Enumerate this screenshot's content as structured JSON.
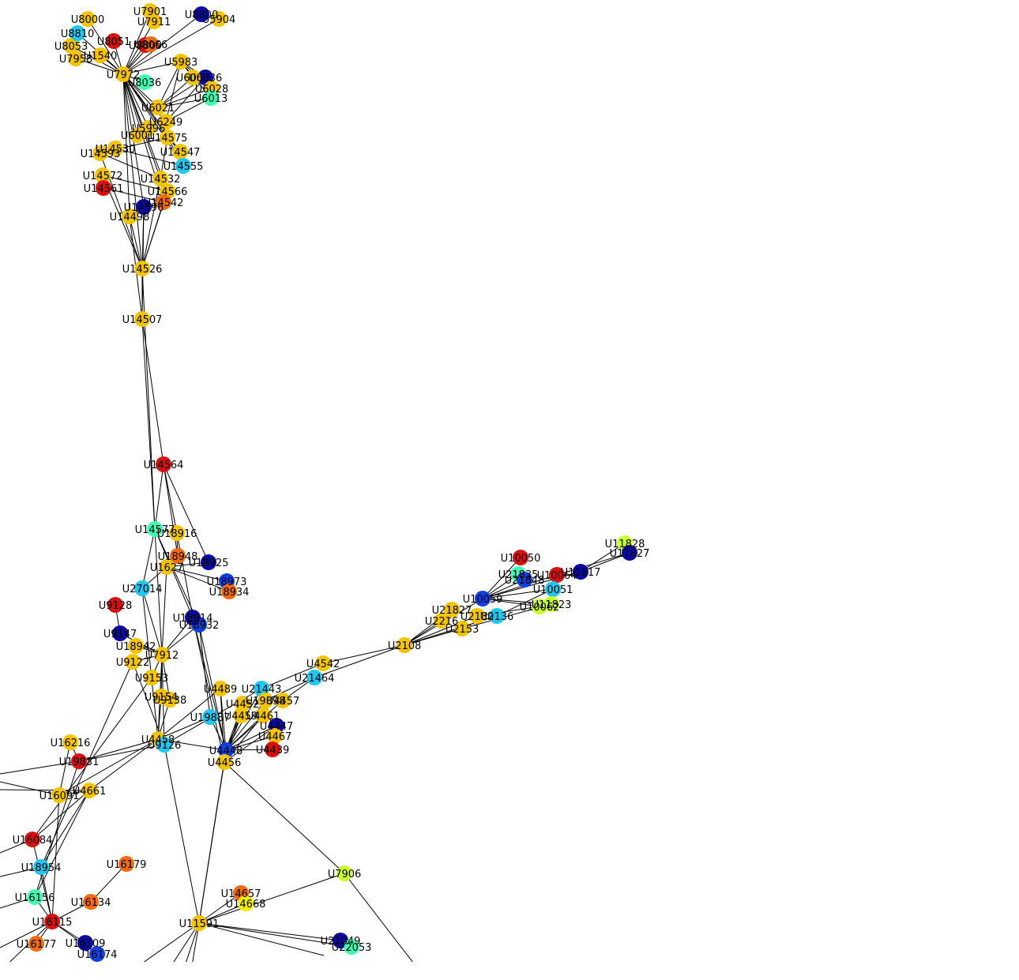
{
  "graph": {
    "nodes": [
      {
        "id": "U8036",
        "label": "U8036",
        "color": "#40ffb0"
      },
      {
        "id": "U7972",
        "label": "U7972",
        "color": "#f5c400"
      },
      {
        "id": "U5983",
        "label": "U5983",
        "color": "#f5c400"
      },
      {
        "id": "U5904",
        "label": "U5904",
        "color": "#f5c400"
      },
      {
        "id": "U8800",
        "label": "U8800",
        "color": "#0a0aa0"
      },
      {
        "id": "U6036",
        "label": "U6036",
        "color": "#0a0aa0"
      },
      {
        "id": "U6028",
        "label": "U6028",
        "color": "#f5c400"
      },
      {
        "id": "U6013",
        "label": "U6013",
        "color": "#40ffb0"
      },
      {
        "id": "U6003",
        "label": "U6003",
        "color": "#f5c400"
      },
      {
        "id": "U6021",
        "label": "U6021",
        "color": "#f5c400"
      },
      {
        "id": "U6249",
        "label": "U6249",
        "color": "#f5c400"
      },
      {
        "id": "U5996",
        "label": "U5996",
        "color": "#f5c400"
      },
      {
        "id": "U6001",
        "label": "U6001",
        "color": "#f5c400"
      },
      {
        "id": "U14575",
        "label": "U14575",
        "color": "#f5c400"
      },
      {
        "id": "U14547",
        "label": "U14547",
        "color": "#f5c400"
      },
      {
        "id": "U14555",
        "label": "U14555",
        "color": "#1ec8f0"
      },
      {
        "id": "U14532",
        "label": "U14532",
        "color": "#f5c400"
      },
      {
        "id": "U14566",
        "label": "U14566",
        "color": "#f5c400"
      },
      {
        "id": "U14542",
        "label": "U14542",
        "color": "#f06a10"
      },
      {
        "id": "U14596",
        "label": "U14596",
        "color": "#0a0aa0"
      },
      {
        "id": "U14498",
        "label": "U14498",
        "color": "#f5c400"
      },
      {
        "id": "U14526",
        "label": "U14526",
        "color": "#f5c400"
      },
      {
        "id": "U14507",
        "label": "U14507",
        "color": "#f5c400"
      },
      {
        "id": "U14564",
        "label": "U14564",
        "color": "#d81010"
      },
      {
        "id": "U14577",
        "label": "U14577",
        "color": "#40ffb0"
      },
      {
        "id": "U18916",
        "label": "U18916",
        "color": "#f5c400"
      },
      {
        "id": "U18948",
        "label": "U18948",
        "color": "#f06a10"
      },
      {
        "id": "U18925",
        "label": "U18925",
        "color": "#0a0aa0"
      },
      {
        "id": "U18973",
        "label": "U18973",
        "color": "#1040e0"
      },
      {
        "id": "U18934",
        "label": "U18934",
        "color": "#f06a10"
      },
      {
        "id": "U27014",
        "label": "U27014",
        "color": "#1ec8f0"
      },
      {
        "id": "U9128",
        "label": "U9128",
        "color": "#d81010"
      },
      {
        "id": "U9147",
        "label": "U9147",
        "color": "#0a0aa0"
      },
      {
        "id": "U18942",
        "label": "U18942",
        "color": "#f5c400"
      },
      {
        "id": "U7912",
        "label": "U7912",
        "color": "#f5c400"
      },
      {
        "id": "U9122",
        "label": "U9122",
        "color": "#f5c400"
      },
      {
        "id": "U9153",
        "label": "U9153",
        "color": "#f5c400"
      },
      {
        "id": "U9154",
        "label": "U9154",
        "color": "#f5c400"
      },
      {
        "id": "U9138",
        "label": "U9138",
        "color": "#f5c400"
      },
      {
        "id": "U18932",
        "label": "U18932",
        "color": "#1040e0"
      },
      {
        "id": "U18914",
        "label": "U18914",
        "color": "#0a0aa0"
      },
      {
        "id": "U4458",
        "label": "U4458",
        "color": "#f5c400"
      },
      {
        "id": "U9126",
        "label": "U9126",
        "color": "#1ec8f0"
      },
      {
        "id": "U16216",
        "label": "U16216",
        "color": "#f5c400"
      },
      {
        "id": "U19831",
        "label": "U19831",
        "color": "#d81010"
      },
      {
        "id": "U16091",
        "label": "U16091",
        "color": "#f5c400"
      },
      {
        "id": "U4661",
        "label": "U4661",
        "color": "#f5c400"
      },
      {
        "id": "U4489",
        "label": "U4489",
        "color": "#f5c400"
      },
      {
        "id": "U21443",
        "label": "U21443",
        "color": "#1ec8f0"
      },
      {
        "id": "U4457",
        "label": "U4457",
        "color": "#f5c400"
      },
      {
        "id": "U19898",
        "label": "U19898",
        "color": "#f5c400"
      },
      {
        "id": "U4452",
        "label": "U4452",
        "color": "#f5c400"
      },
      {
        "id": "U4459",
        "label": "U4459",
        "color": "#f5c400"
      },
      {
        "id": "U4461",
        "label": "U4461",
        "color": "#f5c400"
      },
      {
        "id": "U19887",
        "label": "U19887",
        "color": "#1ec8f0"
      },
      {
        "id": "U4447",
        "label": "U4447",
        "color": "#0a0aa0"
      },
      {
        "id": "U4467",
        "label": "U4467",
        "color": "#f5c400"
      },
      {
        "id": "U4448",
        "label": "U4448",
        "color": "#1040e0"
      },
      {
        "id": "U4439",
        "label": "U4439",
        "color": "#d81010"
      },
      {
        "id": "U4456",
        "label": "U4456",
        "color": "#f5c400"
      },
      {
        "id": "U4542",
        "label": "U4542",
        "color": "#f5c400"
      },
      {
        "id": "U21464",
        "label": "U21464",
        "color": "#1ec8f0"
      },
      {
        "id": "U2108",
        "label": "U2108",
        "color": "#f5c400"
      },
      {
        "id": "U2153",
        "label": "U2153",
        "color": "#f5c400"
      },
      {
        "id": "U21827",
        "label": "U21827",
        "color": "#f5c400"
      },
      {
        "id": "U2216",
        "label": "U2216",
        "color": "#f5c400"
      },
      {
        "id": "U2180",
        "label": "U2180",
        "color": "#f5c400"
      },
      {
        "id": "U2136",
        "label": "U2136",
        "color": "#1ec8f0"
      },
      {
        "id": "U10050",
        "label": "U10050",
        "color": "#d81010"
      },
      {
        "id": "U21835",
        "label": "U21835",
        "color": "#40ffb0"
      },
      {
        "id": "U21848",
        "label": "U21848",
        "color": "#1040e0"
      },
      {
        "id": "U10064",
        "label": "U10064",
        "color": "#d81010"
      },
      {
        "id": "U11817",
        "label": "U11817",
        "color": "#0a0aa0"
      },
      {
        "id": "U11828",
        "label": "U11828",
        "color": "#c8ff30"
      },
      {
        "id": "U11827",
        "label": "U11827",
        "color": "#0a0aa0"
      },
      {
        "id": "U10059",
        "label": "U10059",
        "color": "#1040e0"
      },
      {
        "id": "U10051",
        "label": "U10051",
        "color": "#1ec8f0"
      },
      {
        "id": "U11823",
        "label": "U11823",
        "color": "#c8ff30"
      },
      {
        "id": "U10062",
        "label": "U10062",
        "color": "#c8ff30"
      },
      {
        "id": "U7906",
        "label": "U7906",
        "color": "#c8ff30"
      },
      {
        "id": "U16179",
        "label": "U16179",
        "color": "#f06a10"
      },
      {
        "id": "U16134",
        "label": "U16134",
        "color": "#f06a10"
      },
      {
        "id": "U16115",
        "label": "U16115",
        "color": "#d81010"
      },
      {
        "id": "U16109",
        "label": "U16109",
        "color": "#0a0aa0"
      },
      {
        "id": "U16174",
        "label": "U16174",
        "color": "#1040e0"
      },
      {
        "id": "U16177",
        "label": "U16177",
        "color": "#f06a10"
      },
      {
        "id": "U14657",
        "label": "U14657",
        "color": "#f06a10"
      },
      {
        "id": "U14668",
        "label": "U14668",
        "color": "#f5f000"
      },
      {
        "id": "U11591",
        "label": "U11591",
        "color": "#f5c400"
      },
      {
        "id": "U22049",
        "label": "U22049",
        "color": "#0a0aa0"
      },
      {
        "id": "U22053",
        "label": "U22053",
        "color": "#40ffb0"
      },
      {
        "id": "U16156",
        "label": "U16156",
        "color": "#40ffb0"
      },
      {
        "id": "U18954",
        "label": "U18954",
        "color": "#1ec8f0"
      },
      {
        "id": "U16084",
        "label": "U16084",
        "color": "#d81010"
      },
      {
        "id": "U8800b",
        "label": "U8000",
        "color": "#f5c400"
      },
      {
        "id": "U14593",
        "label": "U14593",
        "color": "#f5c400"
      },
      {
        "id": "U14572",
        "label": "U14572",
        "color": "#f5c400"
      },
      {
        "id": "U14561",
        "label": "U14561",
        "color": "#d81010"
      },
      {
        "id": "U14530",
        "label": "U14530",
        "color": "#f5c400"
      },
      {
        "id": "U1627",
        "label": "U1627",
        "color": "#f5c400"
      },
      {
        "id": "U7911",
        "label": "U7911",
        "color": "#f5c400"
      },
      {
        "id": "U7901",
        "label": "U7901",
        "color": "#f5c400"
      },
      {
        "id": "U8809",
        "label": "U8809",
        "color": "#d81010"
      },
      {
        "id": "U8066",
        "label": "U8066",
        "color": "#f06a10"
      },
      {
        "id": "U7958",
        "label": "U7958",
        "color": "#f5c400"
      },
      {
        "id": "U8053",
        "label": "U8053",
        "color": "#f5c400"
      },
      {
        "id": "U8810",
        "label": "U8810",
        "color": "#1ec8f0"
      },
      {
        "id": "U8051",
        "label": "U8051",
        "color": "#d81010"
      },
      {
        "id": "U1540",
        "label": "U1540",
        "color": "#f5c400"
      }
    ],
    "edges": [
      [
        "U7972",
        "U8036"
      ],
      [
        "U7972",
        "U5983"
      ],
      [
        "U7972",
        "U6021"
      ],
      [
        "U7972",
        "U6249"
      ],
      [
        "U7972",
        "U5996"
      ],
      [
        "U7972",
        "U6001"
      ],
      [
        "U7972",
        "U14575"
      ],
      [
        "U7972",
        "U14547"
      ],
      [
        "U7972",
        "U14555"
      ],
      [
        "U7972",
        "U14532"
      ],
      [
        "U7972",
        "U14566"
      ],
      [
        "U7972",
        "U14542"
      ],
      [
        "U7972",
        "U14596"
      ],
      [
        "U7972",
        "U14498"
      ],
      [
        "U7972",
        "U14526"
      ],
      [
        "U7972",
        "U8800b"
      ],
      [
        "U7972",
        "U7911"
      ],
      [
        "U7972",
        "U7901"
      ],
      [
        "U7972",
        "U8809"
      ],
      [
        "U7972",
        "U8066"
      ],
      [
        "U7972",
        "U7958"
      ],
      [
        "U7972",
        "U8053"
      ],
      [
        "U7972",
        "U8810"
      ],
      [
        "U7972",
        "U8051"
      ],
      [
        "U7972",
        "U1540"
      ],
      [
        "U7972",
        "U5904"
      ],
      [
        "U7972",
        "U8800"
      ],
      [
        "U5983",
        "U6003"
      ],
      [
        "U5983",
        "U6036"
      ],
      [
        "U5983",
        "U6028"
      ],
      [
        "U5983",
        "U6013"
      ],
      [
        "U5983",
        "U6021"
      ],
      [
        "U5983",
        "U6249"
      ],
      [
        "U6021",
        "U6003"
      ],
      [
        "U6021",
        "U6036"
      ],
      [
        "U6021",
        "U6028"
      ],
      [
        "U6021",
        "U6013"
      ],
      [
        "U6249",
        "U6036"
      ],
      [
        "U6249",
        "U6013"
      ],
      [
        "U14575",
        "U14547"
      ],
      [
        "U14575",
        "U14555"
      ],
      [
        "U14575",
        "U14532"
      ],
      [
        "U14593",
        "U14575"
      ],
      [
        "U14593",
        "U14532"
      ],
      [
        "U14572",
        "U14566"
      ],
      [
        "U14561",
        "U14542"
      ],
      [
        "U14530",
        "U14555"
      ],
      [
        "U14498",
        "U14526"
      ],
      [
        "U14596",
        "U14526"
      ],
      [
        "U14532",
        "U14526"
      ],
      [
        "U14566",
        "U14526"
      ],
      [
        "U14542",
        "U14526"
      ],
      [
        "U14593",
        "U14526"
      ],
      [
        "U14572",
        "U14526"
      ],
      [
        "U14526",
        "U14507"
      ],
      [
        "U14498",
        "U14507"
      ],
      [
        "U14596",
        "U14507"
      ],
      [
        "U14507",
        "U14564"
      ],
      [
        "U14507",
        "U14577"
      ],
      [
        "U14526",
        "U14577"
      ],
      [
        "U14564",
        "U14577"
      ],
      [
        "U14564",
        "U18916"
      ],
      [
        "U14564",
        "U18948"
      ],
      [
        "U14564",
        "U18925"
      ],
      [
        "U14577",
        "U18916"
      ],
      [
        "U14577",
        "U27014"
      ],
      [
        "U14577",
        "U7912"
      ],
      [
        "U14577",
        "U18932"
      ],
      [
        "U14577",
        "U18914"
      ],
      [
        "U18916",
        "U18948"
      ],
      [
        "U18916",
        "U18914"
      ],
      [
        "U1627",
        "U18925"
      ],
      [
        "U1627",
        "U18973"
      ],
      [
        "U1627",
        "U18934"
      ],
      [
        "U1627",
        "U27014"
      ],
      [
        "U7912",
        "U9147"
      ],
      [
        "U7912",
        "U18942"
      ],
      [
        "U7912",
        "U9122"
      ],
      [
        "U7912",
        "U9153"
      ],
      [
        "U7912",
        "U9154"
      ],
      [
        "U7912",
        "U9138"
      ],
      [
        "U7912",
        "U4458"
      ],
      [
        "U7912",
        "U9126"
      ],
      [
        "U7912",
        "U18932"
      ],
      [
        "U7912",
        "U18914"
      ],
      [
        "U7912",
        "U27014"
      ],
      [
        "U7912",
        "U1627"
      ],
      [
        "U18914",
        "U4448"
      ],
      [
        "U18914",
        "U4456"
      ],
      [
        "U18932",
        "U4448"
      ],
      [
        "U18932",
        "U19887"
      ],
      [
        "U27014",
        "U4458"
      ],
      [
        "U9128",
        "U9147"
      ],
      [
        "U9154",
        "U4458"
      ],
      [
        "U9138",
        "U4458"
      ],
      [
        "U9122",
        "U9126"
      ],
      [
        "U4458",
        "U9126"
      ],
      [
        "U4458",
        "U19887"
      ],
      [
        "U4458",
        "U4448"
      ],
      [
        "U4458",
        "U19831"
      ],
      [
        "U4458",
        "U16091"
      ],
      [
        "U4458",
        "U4661"
      ],
      [
        "U4458",
        "U4489"
      ],
      [
        "U9126",
        "U11591"
      ],
      [
        "U9126",
        "U19831"
      ],
      [
        "U9126",
        "U21443"
      ],
      [
        "U19831",
        "U16216"
      ],
      [
        "U16216",
        "U16091"
      ],
      [
        "U16091",
        "U4661"
      ],
      [
        "U4489",
        "U4448"
      ],
      [
        "U4489",
        "U4456"
      ],
      [
        "U21443",
        "U4448"
      ],
      [
        "U21443",
        "U4467"
      ],
      [
        "U4457",
        "U4448"
      ],
      [
        "U19898",
        "U4448"
      ],
      [
        "U4452",
        "U4448"
      ],
      [
        "U4459",
        "U4448"
      ],
      [
        "U4461",
        "U4448"
      ],
      [
        "U19887",
        "U4448"
      ],
      [
        "U4447",
        "U4448"
      ],
      [
        "U4467",
        "U4448"
      ],
      [
        "U4439",
        "U4448"
      ],
      [
        "U4448",
        "U4456"
      ],
      [
        "U4452",
        "U4456"
      ],
      [
        "U4459",
        "U4456"
      ],
      [
        "U4461",
        "U4456"
      ],
      [
        "U4447",
        "U4456"
      ],
      [
        "U4456",
        "U11591"
      ],
      [
        "U4448",
        "U11591"
      ],
      [
        "U4456",
        "U7906"
      ],
      [
        "U4457",
        "U21464"
      ],
      [
        "U19898",
        "U21464"
      ],
      [
        "U21443",
        "U4542"
      ],
      [
        "U4542",
        "U2108"
      ],
      [
        "U21464",
        "U2108"
      ],
      [
        "U2108",
        "U2153"
      ],
      [
        "U2108",
        "U21827"
      ],
      [
        "U2108",
        "U2216"
      ],
      [
        "U2108",
        "U2180"
      ],
      [
        "U2108",
        "U2136"
      ],
      [
        "U2108",
        "U10059"
      ],
      [
        "U10059",
        "U10050"
      ],
      [
        "U10059",
        "U21835"
      ],
      [
        "U10059",
        "U21848"
      ],
      [
        "U10059",
        "U10064"
      ],
      [
        "U10059",
        "U11817"
      ],
      [
        "U10059",
        "U10051"
      ],
      [
        "U10059",
        "U11823"
      ],
      [
        "U10059",
        "U10062"
      ],
      [
        "U2136",
        "U10051"
      ],
      [
        "U2180",
        "U10062"
      ],
      [
        "U2153",
        "U11823"
      ],
      [
        "U11817",
        "U11828"
      ],
      [
        "U11817",
        "U11827"
      ],
      [
        "U10064",
        "U11827"
      ],
      [
        "U7906",
        "U11591"
      ],
      [
        "U11591",
        "U14657"
      ],
      [
        "U11591",
        "U14668"
      ],
      [
        "U11591",
        "U22049"
      ],
      [
        "U11591",
        "U22053"
      ],
      [
        "U16179",
        "U16134"
      ],
      [
        "U16134",
        "U16115"
      ],
      [
        "U16115",
        "U16109"
      ],
      [
        "U16115",
        "U16177"
      ],
      [
        "U16115",
        "U16174"
      ],
      [
        "U16115",
        "U16156"
      ],
      [
        "U16115",
        "U18954"
      ],
      [
        "U16115",
        "U16084"
      ],
      [
        "U4661",
        "U16156"
      ],
      [
        "U4661",
        "U18954"
      ],
      [
        "U4661",
        "U16084"
      ],
      [
        "U16091",
        "U16115"
      ],
      [
        "U19831",
        "U16156"
      ],
      [
        "U9153",
        "U16084"
      ],
      [
        "U9122",
        "U18954"
      ]
    ]
  }
}
